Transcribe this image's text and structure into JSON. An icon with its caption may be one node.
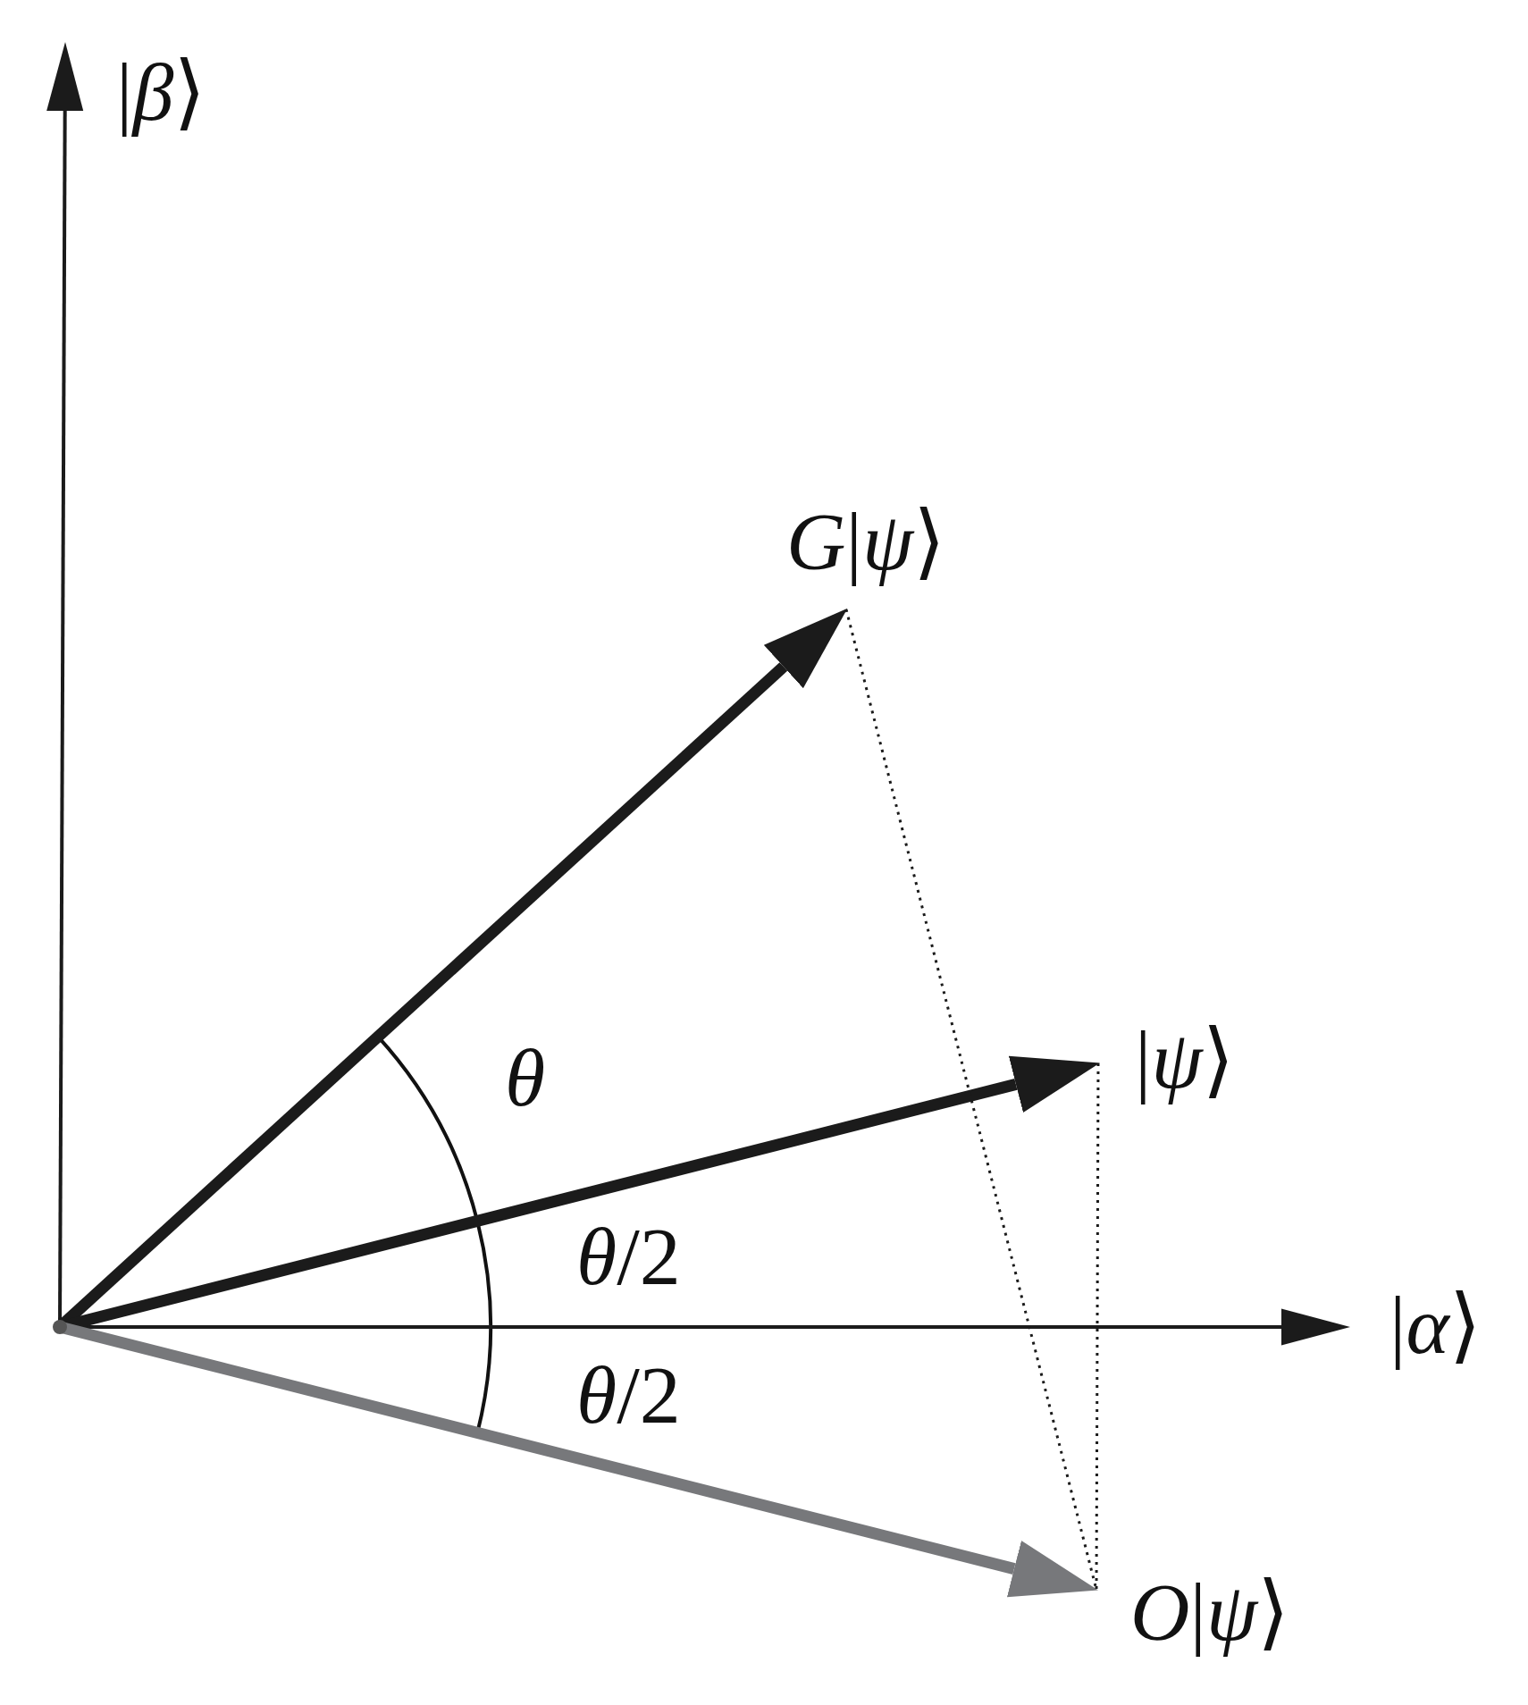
{
  "diagram": {
    "nodes": [
      {
        "text": [],
        "shape": "circle"
      },
      {
        "text": [
          "|*β*⟩"
        ]
      },
      {
        "text": [
          "*G*|*ψ*⟩"
        ]
      },
      {
        "text": [
          "|*ψ*⟩"
        ]
      },
      {
        "text": [
          "|*α*⟩"
        ]
      },
      {
        "text": [
          "*O*|*ψ*⟩"
        ]
      }
    ],
    "edges": [
      {
        "from": 0,
        "to": 1,
        "arrow": "to"
      },
      {
        "from": 0,
        "to": 4,
        "arrow": "to"
      },
      {
        "from": 0,
        "to": 2,
        "arrow": "to",
        "style": "thick"
      },
      {
        "from": 0,
        "to": 3,
        "arrow": "to",
        "style": "thick"
      },
      {
        "from": 0,
        "to": 5,
        "arrow": "to",
        "style": "thick",
        "color": "#77787b"
      },
      {
        "from": 2,
        "to": 5,
        "arrow": "none",
        "style": "dashed"
      },
      {
        "from": 3,
        "to": 5,
        "arrow": "none",
        "style": "dashed"
      }
    ],
    "labels": [
      "*θ*",
      "*θ*/2",
      "*θ*/2"
    ]
  }
}
